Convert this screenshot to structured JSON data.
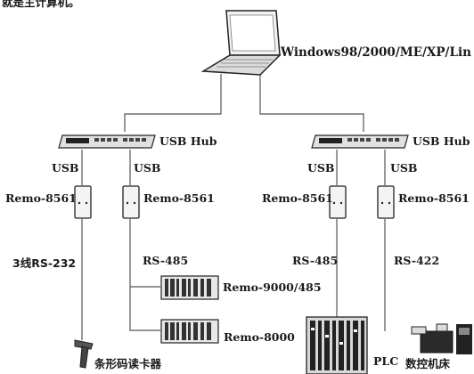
{
  "header": {
    "partial_text": "就是主计算机。"
  },
  "host": {
    "os_label": "Windows98/2000/ME/XP/Lin"
  },
  "hubs": [
    {
      "label": "USB Hub"
    },
    {
      "label": "USB Hub"
    }
  ],
  "links": {
    "usb_1": "USB",
    "usb_2": "USB",
    "usb_3": "USB",
    "usb_4": "USB"
  },
  "converters": [
    {
      "label": "Remo-8561"
    },
    {
      "label": "Remo-8561"
    },
    {
      "label": "Remo-8561"
    },
    {
      "label": "Remo-8561"
    }
  ],
  "buses": {
    "bus_1": "3线RS-232",
    "bus_2": "RS-485",
    "bus_3": "RS-485",
    "bus_4": "RS-422"
  },
  "devices": {
    "remo9000": "Remo-9000/485",
    "remo8000": "Remo-8000",
    "barcode": "条形码读卡器",
    "plc": "PLC",
    "cnc": "数控机床"
  }
}
